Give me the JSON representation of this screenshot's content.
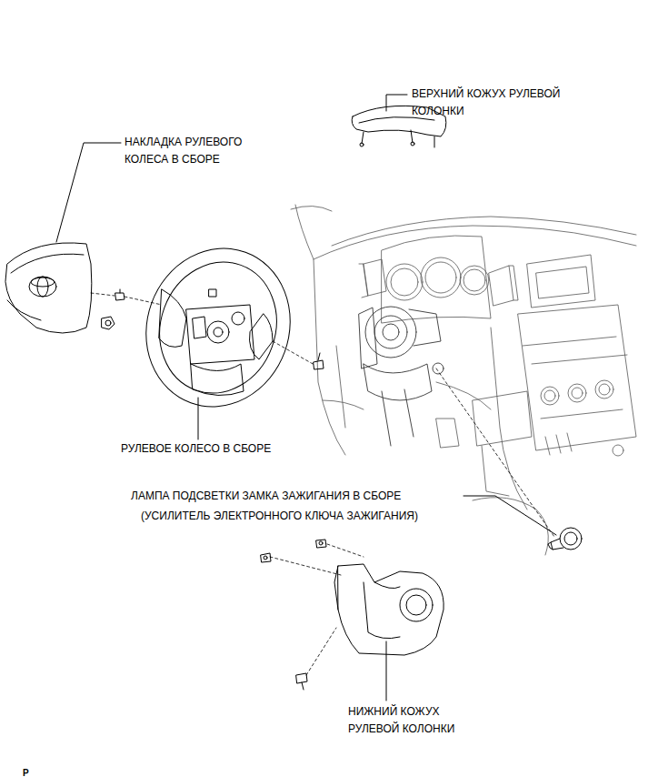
{
  "diagram": {
    "labels": [
      "ВЕРХНИЙ КОЖУХ РУЛЕВОЙ КОЛОНКИ",
      "НАКЛАДКА РУЛЕВОГО КОЛЕСА В СБОРЕ",
      "РУЛЕВОЕ КОЛЕСО В СБОРЕ",
      "ЛАМПА ПОДСВЕТКИ ЗАМКА ЗАЖИГАНИЯ В СБОРЕ",
      "(УСИЛИТЕЛЬ ЭЛЕКТРОННОГО КЛЮЧА ЗАЖИГАНИЯ)",
      "НИЖНИЙ КОЖУХ РУЛЕВОЙ КОЛОНКИ",
      "P"
    ]
  }
}
